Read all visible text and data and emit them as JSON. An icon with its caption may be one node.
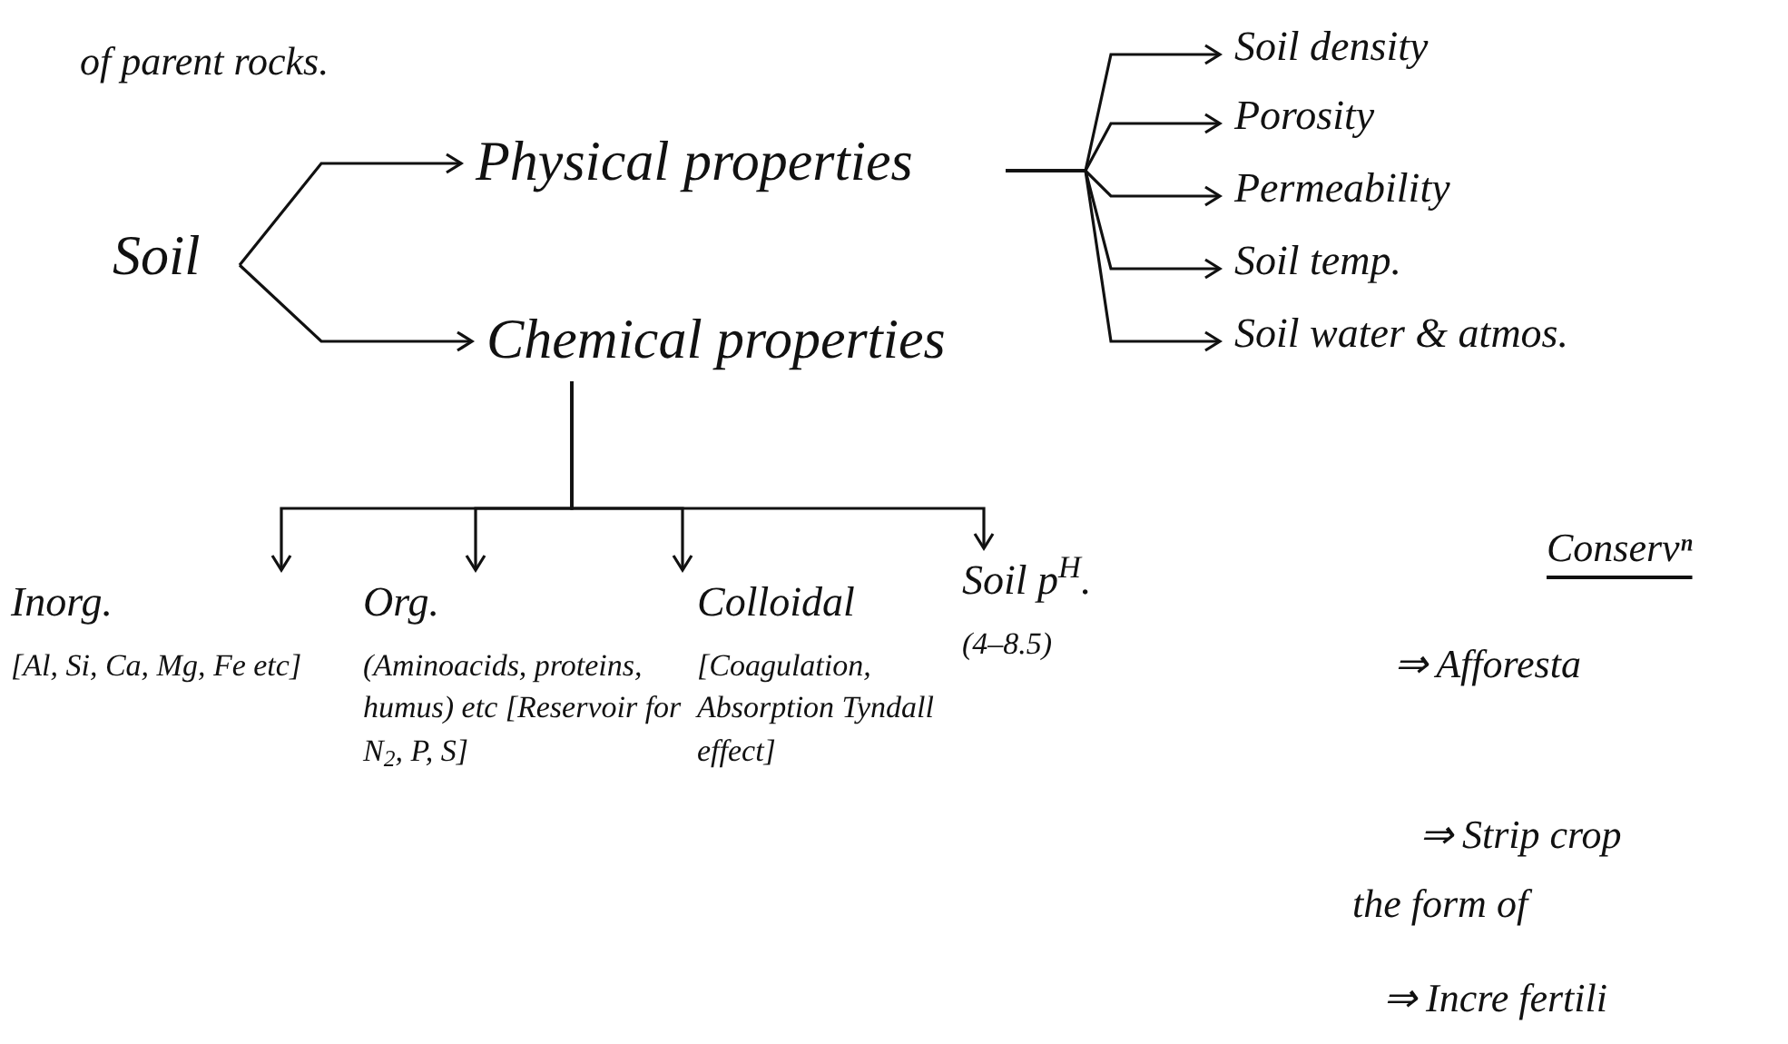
{
  "diagram": {
    "nodes": [
      {
        "text": [
          "Soil"
        ]
      },
      {
        "text": [
          "Physical properties"
        ]
      },
      {
        "text": [
          "Chemical properties"
        ]
      },
      {
        "text": [
          "Soil density"
        ]
      },
      {
        "text": [
          "Porosity"
        ]
      },
      {
        "text": [
          "Permeability"
        ]
      },
      {
        "text": [
          "Soil temp."
        ]
      },
      {
        "text": [
          "Soil water & atmos."
        ]
      },
      {
        "text": [
          "Inorg.",
          "[Al, Si, Ca, Mg, Fe etc]"
        ]
      },
      {
        "text": [
          "Org.",
          "(Aminoacids, proteins, humus) etc [Reservoir for N$_{2}$, P, S]"
        ]
      },
      {
        "text": [
          "Colloidal",
          "[Coagulation, Absorption Tyndall effect]"
        ]
      },
      {
        "text": [
          "Soil p$^{H}$.",
          "(4–8.5)"
        ]
      }
    ],
    "edges": [
      {
        "from": 0,
        "to": 1,
        "arrow": "to"
      },
      {
        "from": 0,
        "to": 2,
        "arrow": "to"
      },
      {
        "from": 1,
        "to": 3,
        "arrow": "to"
      },
      {
        "from": 1,
        "to": 4,
        "arrow": "to"
      },
      {
        "from": 1,
        "to": 5,
        "arrow": "to"
      },
      {
        "from": 1,
        "to": 6,
        "arrow": "to"
      },
      {
        "from": 1,
        "to": 7,
        "arrow": "to"
      },
      {
        "from": 2,
        "to": 8,
        "arrow": "to"
      },
      {
        "from": 2,
        "to": 9,
        "arrow": "to"
      },
      {
        "from": 2,
        "to": 10,
        "arrow": "to"
      },
      {
        "from": 2,
        "to": 11,
        "arrow": "to"
      }
    ],
    "labels": [
      "of parent rocks.",
      "Conservⁿ",
      "⇒ Afforesta",
      "⇒ Strip crop",
      "the form of",
      "⇒ Incre fertili"
    ]
  }
}
